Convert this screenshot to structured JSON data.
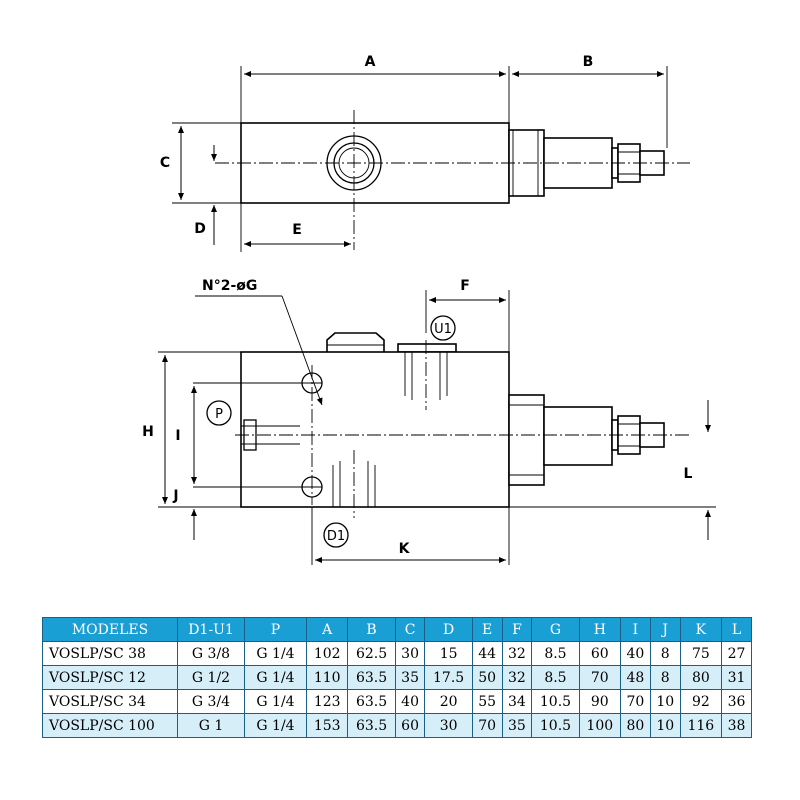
{
  "drawing": {
    "top_labels": {
      "A": "A",
      "B": "B",
      "C": "C",
      "D": "D",
      "E": "E"
    },
    "front_labels": {
      "F": "F",
      "H": "H",
      "I": "I",
      "J": "J",
      "K": "K",
      "L": "L"
    },
    "callout": "N°2-øG",
    "ports": {
      "U1": "U1",
      "P": "P",
      "D1": "D1"
    }
  },
  "table": {
    "headers": [
      "MODELES",
      "D1-U1",
      "P",
      "A",
      "B",
      "C",
      "D",
      "E",
      "F",
      "G",
      "H",
      "I",
      "J",
      "K",
      "L"
    ],
    "rows": [
      [
        "VOSLP/SC 38",
        "G 3/8",
        "G 1/4",
        "102",
        "62.5",
        "30",
        "15",
        "44",
        "32",
        "8.5",
        "60",
        "40",
        "8",
        "75",
        "27"
      ],
      [
        "VOSLP/SC 12",
        "G 1/2",
        "G 1/4",
        "110",
        "63.5",
        "35",
        "17.5",
        "50",
        "32",
        "8.5",
        "70",
        "48",
        "8",
        "80",
        "31"
      ],
      [
        "VOSLP/SC 34",
        "G 3/4",
        "G 1/4",
        "123",
        "63.5",
        "40",
        "20",
        "55",
        "34",
        "10.5",
        "90",
        "70",
        "10",
        "92",
        "36"
      ],
      [
        "VOSLP/SC 100",
        "G 1",
        "G 1/4",
        "153",
        "63.5",
        "60",
        "30",
        "70",
        "35",
        "10.5",
        "100",
        "80",
        "10",
        "116",
        "38"
      ]
    ]
  },
  "colors": {
    "header_bg": "#1a9fd4",
    "row_alt_bg": "#d6eef8",
    "border": "#1a5f86"
  }
}
